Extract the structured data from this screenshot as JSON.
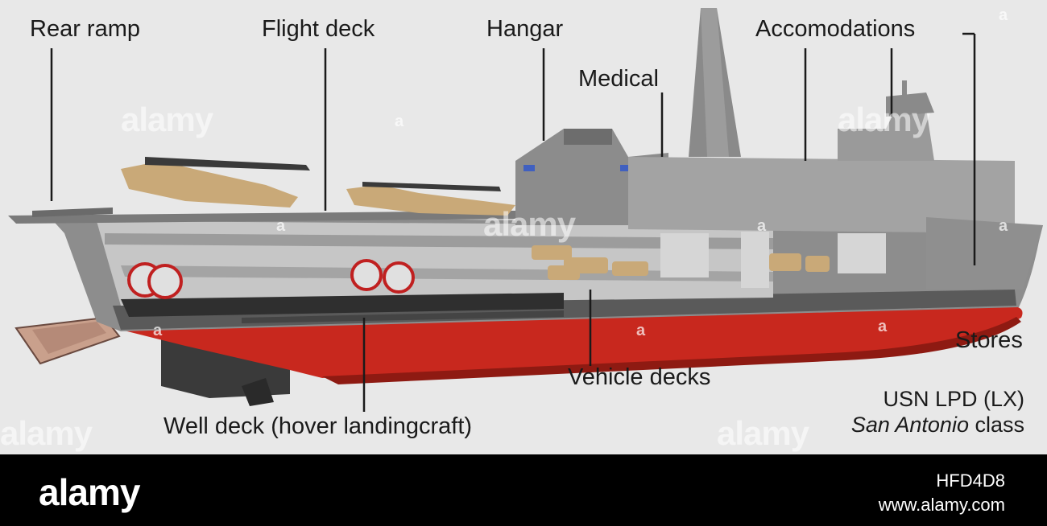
{
  "labels": {
    "rear_ramp": "Rear ramp",
    "flight_deck": "Flight deck",
    "hangar": "Hangar",
    "medical": "Medical",
    "accomodations": "Accomodations",
    "stores": "Stores",
    "vehicle_decks": "Vehicle decks",
    "well_deck": "Well deck (hover landingcraft)"
  },
  "title": {
    "line1": "USN LPD (LX)",
    "line2_italic": "San Antonio",
    "line2_rest": " class"
  },
  "watermark": {
    "text": "alamy",
    "small": "a"
  },
  "footer": {
    "logo": "alamy",
    "image_id": "HFD4D8",
    "url": "www.alamy.com"
  },
  "colors": {
    "background": "#e8e8e8",
    "hull_red": "#c8281e",
    "hull_grey": "#8a8a8a",
    "superstructure": "#a8a8a8",
    "interior": "#c4c4c4",
    "vehicles": "#c9a978",
    "footer": "#000000"
  }
}
